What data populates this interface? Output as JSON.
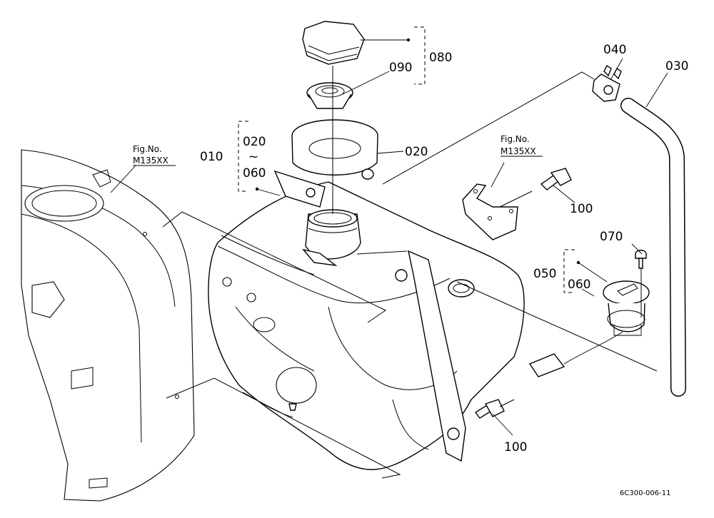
{
  "callouts": {
    "c080": "080",
    "c090": "090",
    "c040": "040",
    "c030": "030",
    "c020_top": "020",
    "c020_side": "020",
    "c010": "010",
    "c060_range": "060",
    "c100_top": "100",
    "c100_bottom": "100",
    "c070": "070",
    "c050": "050",
    "c060_unit": "060"
  },
  "range_mark": "~",
  "fig_refs": [
    {
      "line1": "Fig.No.",
      "line2": "M135XX"
    },
    {
      "line1": "Fig.No.",
      "line2": "M135XX"
    }
  ],
  "drawing_code": "6C300-006-11"
}
